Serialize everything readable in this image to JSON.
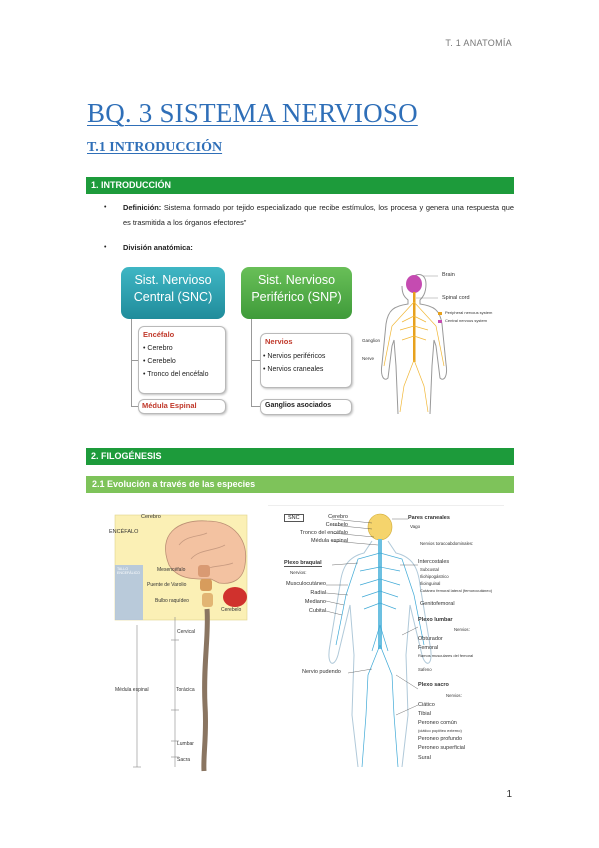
{
  "header": {
    "course": "T. 1 ANATOMÍA"
  },
  "title": "BQ. 3 SISTEMA NERVIOSO",
  "subtitle": "T.1 INTRODUCCIÓN",
  "section1": {
    "label": "1.   INTRODUCCIÓN"
  },
  "definition": {
    "term": "Definición:",
    "text": "Sistema formado por tejido especializado que recibe estímulos, los procesa y genera una respuesta que es trasmitida a los órganos efectores\""
  },
  "division": {
    "label": "División anatómica:"
  },
  "diagram1": {
    "snc": "Sist. Nervioso Central (SNC)",
    "snp": "Sist. Nervioso Periférico (SNP)",
    "encefalo": {
      "title": "Encéfalo",
      "items": [
        "Cerebro",
        "Cerebelo",
        "Tronco del encéfalo"
      ]
    },
    "medula": "Médula Espinal",
    "nervios": {
      "title": "Nervios",
      "items": [
        "Nervios periféricos",
        "Nervios craneales"
      ]
    },
    "ganglios": "Ganglios asociados",
    "body_labels": [
      "Brain",
      "Spinal cord",
      "Peripheral nervous system",
      "Central nervous system",
      "Ganglion",
      "Nerve"
    ]
  },
  "section2": {
    "label": "2.   FILOGÉNESIS"
  },
  "sub21": {
    "label": "2.1 Evolución a través de las especies"
  },
  "diagram2": {
    "labels": [
      "Cerebro",
      "ENCÉFALO",
      "TALLO ENCEFÁLICO",
      "Mesencéfalo",
      "Puente de Varolio",
      "Bulbo raquídeo",
      "Cerebelo",
      "Cervical",
      "Médula espinal",
      "Torácica",
      "Lumbar",
      "Sacra"
    ]
  },
  "diagram3": {
    "left_labels": [
      "SNC",
      "Cerebro",
      "Cerebelo",
      "Tronco del encéfalo",
      "Médula espinal",
      "Plexo braquial",
      "Nervios:",
      "Musculocutáneo",
      "Radial",
      "Mediano",
      "Cubital",
      "Nervio pudendo"
    ],
    "right_labels": [
      "Pares craneales",
      "Vago",
      "Nervios toracoabdominales:",
      "Intercostales",
      "Subcostal",
      "Iliohipogástrico",
      "Ilioinguinal",
      "Cutáneo femoral lateral (femorocutáneo)",
      "Genitofemoral",
      "Plexo lumbar",
      "Nervios:",
      "Obturador",
      "Femoral",
      "Ramos musculares del femoral",
      "Safeno",
      "Plexo sacro",
      "Nervios:",
      "Ciático",
      "Tibial",
      "Peroneo común",
      "(ciático poplíteo externo)",
      "Peroneo profundo",
      "Peroneo superficial",
      "Sural"
    ]
  },
  "page": {
    "number": "1"
  }
}
